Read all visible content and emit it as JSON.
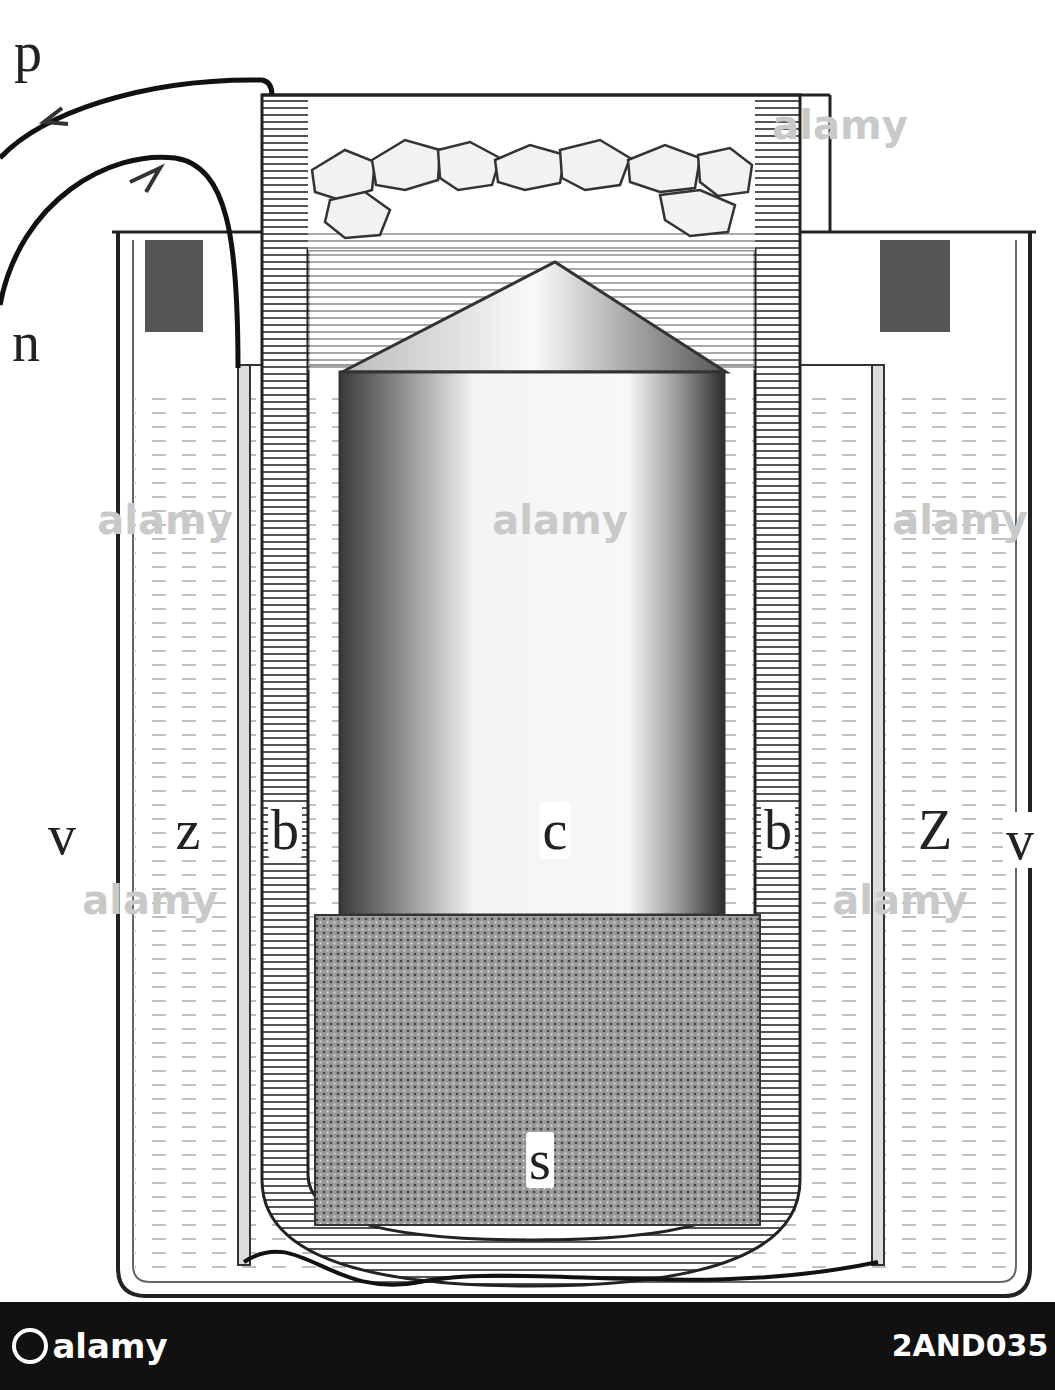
{
  "diagram": {
    "labels": [
      "p",
      "n",
      "v",
      "z",
      "b",
      "c",
      "b",
      "Z",
      "v",
      "s",
      "alamy",
      "alamy",
      "alamy",
      "alamy",
      "alamy",
      "alamy",
      "alamy",
      "2AND035"
    ]
  }
}
